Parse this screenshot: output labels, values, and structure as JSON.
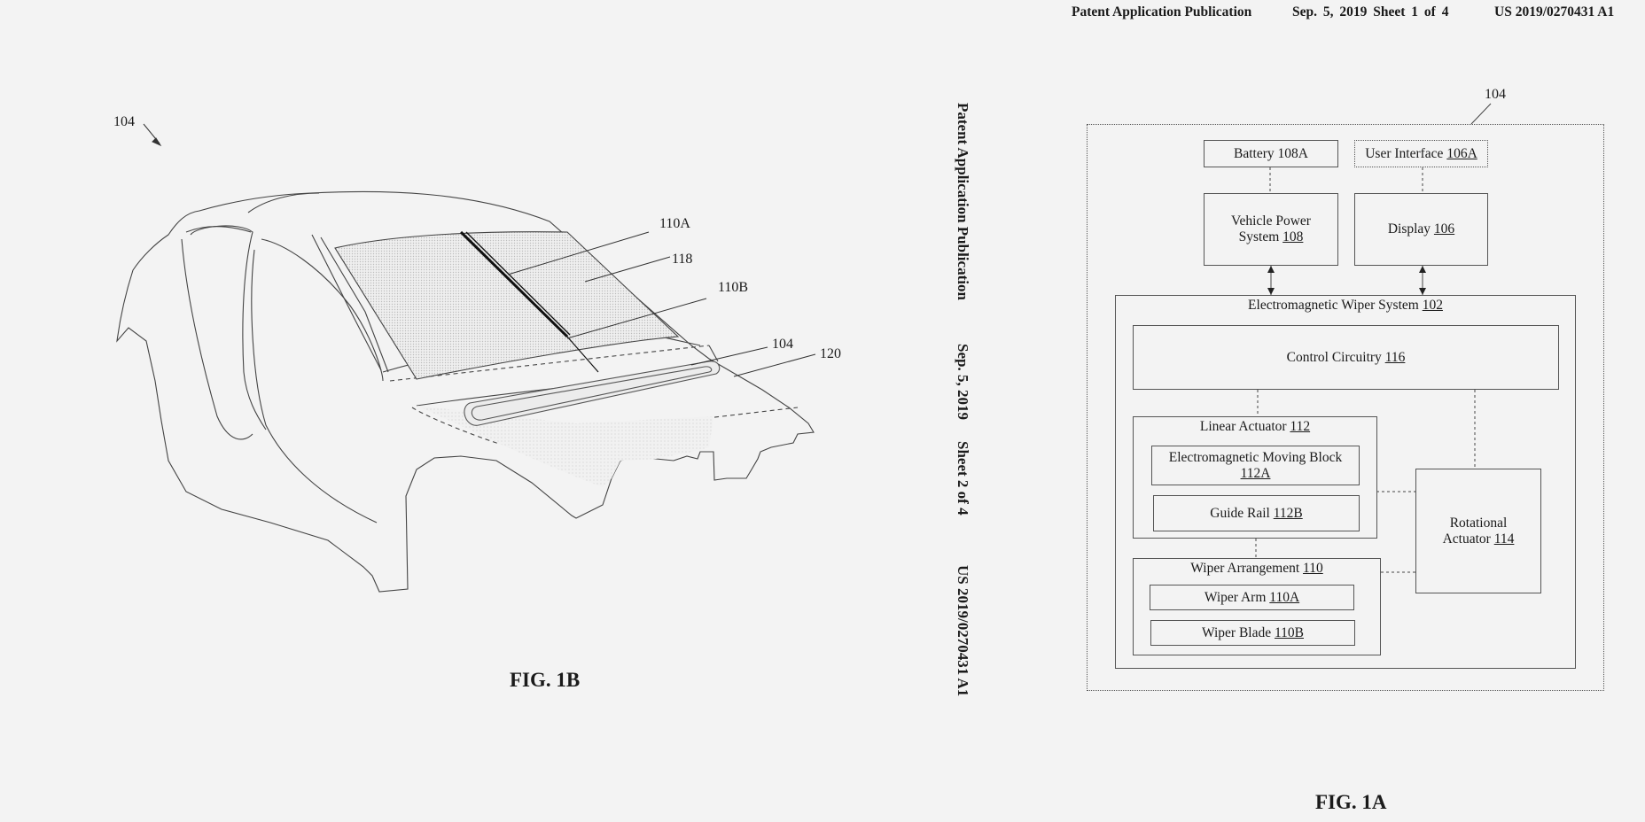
{
  "header": {
    "publication": "Patent Application Publication",
    "date_sheet": "Sep. 5, 2019   Sheet 1 of 4",
    "number": "US 2019/0270431 A1"
  },
  "vertical_header": {
    "publication": "Patent Application Publication",
    "date": "Sep. 5, 2019",
    "sheet": "Sheet 2 of 4",
    "number": "US 2019/0270431 A1"
  },
  "fig1b": {
    "caption": "FIG. 1B",
    "labels": {
      "vehicle": "104",
      "wiper_arm": "110A",
      "windshield": "118",
      "wiper_blade": "110B",
      "rail_ref": "104",
      "hood": "120"
    }
  },
  "fig1a": {
    "caption": "FIG. 1A",
    "outer_ref": "104",
    "battery": {
      "text": "Battery ",
      "num": "108A"
    },
    "user_interface": {
      "text": "User Interface ",
      "num": "106A"
    },
    "vehicle_power": {
      "text1": "Vehicle Power",
      "text2": "System ",
      "num": "108"
    },
    "display": {
      "text": "Display ",
      "num": "106"
    },
    "wiper_system": {
      "text": "Electromagnetic Wiper System ",
      "num": "102"
    },
    "control": {
      "text": "Control Circuitry ",
      "num": "116"
    },
    "linear_actuator": {
      "text": "Linear Actuator ",
      "num": "112"
    },
    "moving_block": {
      "text1": "Electromagnetic Moving Block",
      "num": "112A"
    },
    "guide_rail": {
      "text": "Guide Rail ",
      "num": "112B"
    },
    "rotational": {
      "text1": "Rotational",
      "text2": "Actuator ",
      "num": "114"
    },
    "wiper_arrangement": {
      "text": "Wiper Arrangement ",
      "num": "110"
    },
    "wiper_arm": {
      "text": "Wiper Arm ",
      "num": "110A"
    },
    "wiper_blade": {
      "text": "Wiper Blade ",
      "num": "110B"
    }
  }
}
